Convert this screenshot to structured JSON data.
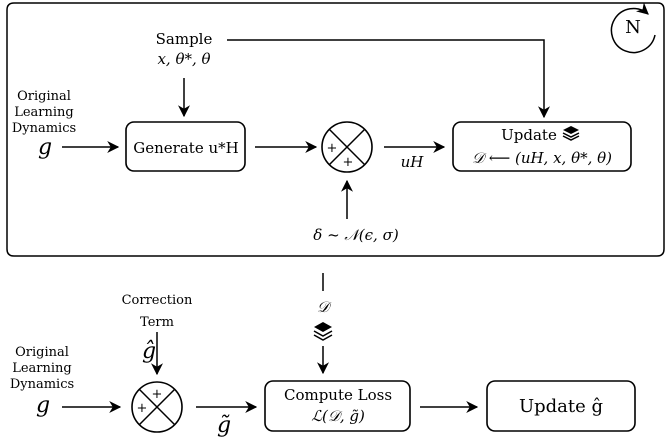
{
  "top": {
    "sample_label": "Sample",
    "sample_vars": "x, θ*, θ",
    "original_label_lines": [
      "Original",
      "Learning",
      "Dynamics"
    ],
    "g": "g",
    "generate_label": "Generate u*H",
    "update_label": "Update",
    "update_formula": "𝒟 ⟵ (uH, x, θ*, θ)",
    "uH": "uH",
    "noise": "δ ~ 𝒩(ϵ, σ)",
    "loop_count": "N"
  },
  "bottom": {
    "dataset_symbol": "𝒟",
    "correction_label_lines": [
      "Correction",
      "Term"
    ],
    "g_hat": "ĝ",
    "original_label_lines": [
      "Original",
      "Learning",
      "Dynamics"
    ],
    "g": "g",
    "g_tilde": "g̃",
    "compute_loss_label": "Compute Loss",
    "loss_formula": "ℒ(𝒟, g̃)",
    "update_ghat_label": "Update ĝ"
  },
  "sum_signs": [
    "+",
    "+"
  ]
}
